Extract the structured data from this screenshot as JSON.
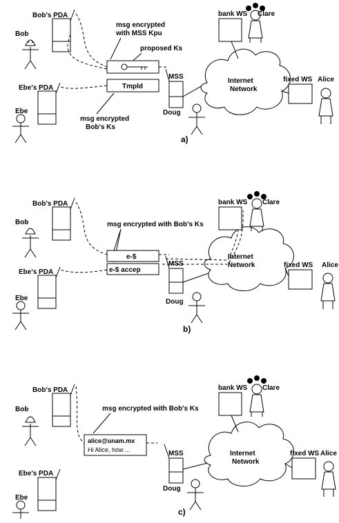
{
  "panels": [
    {
      "id": "a",
      "label": "a)",
      "bob_pda": "Bob's PDA",
      "bob": "Bob",
      "ebe_pda": "Ebe's PDA",
      "ebe": "Ebe",
      "mss": "MSS",
      "doug": "Doug",
      "bank_ws": "bank WS",
      "clare": "Clare",
      "fixed_ws": "fixed WS",
      "alice": "Alice",
      "cloud_line1": "Internet",
      "cloud_line2": "Network",
      "annotations": [
        "msg encrypted",
        "with MSS Kpu",
        "proposed Ks",
        "msg encrypted",
        "Bob's Ks"
      ],
      "msg_boxes": [
        "Tmpld"
      ]
    },
    {
      "id": "b",
      "label": "b)",
      "bob_pda": "Bob's PDA",
      "bob": "Bob",
      "ebe_pda": "Ebe's PDA",
      "ebe": "Ebe",
      "mss": "MSS",
      "doug": "Doug",
      "bank_ws": "bank WS",
      "clare": "Clare",
      "fixed_ws": "fixed WS",
      "alice": "Alice",
      "cloud_line1": "Internet",
      "cloud_line2": "Network",
      "annotations": [
        "msg encrypted with Bob's Ks"
      ],
      "msg_boxes": [
        "e-$",
        "e-$ accep"
      ]
    },
    {
      "id": "c",
      "label": "c)",
      "bob_pda": "Bob's PDA",
      "bob": "Bob",
      "ebe_pda": "Ebe's PDA",
      "ebe": "Ebe",
      "mss": "MSS",
      "doug": "Doug",
      "bank_ws": "bank WS",
      "clare": "Clare",
      "fixed_ws": "fixed WS",
      "alice": "Alice",
      "cloud_line1": "Internet",
      "cloud_line2": "Network",
      "annotations": [
        "msg encrypted with Bob's Ks"
      ],
      "msg_boxes": [
        "alice@unam.mx",
        "Hi Alice, how ..."
      ]
    }
  ]
}
